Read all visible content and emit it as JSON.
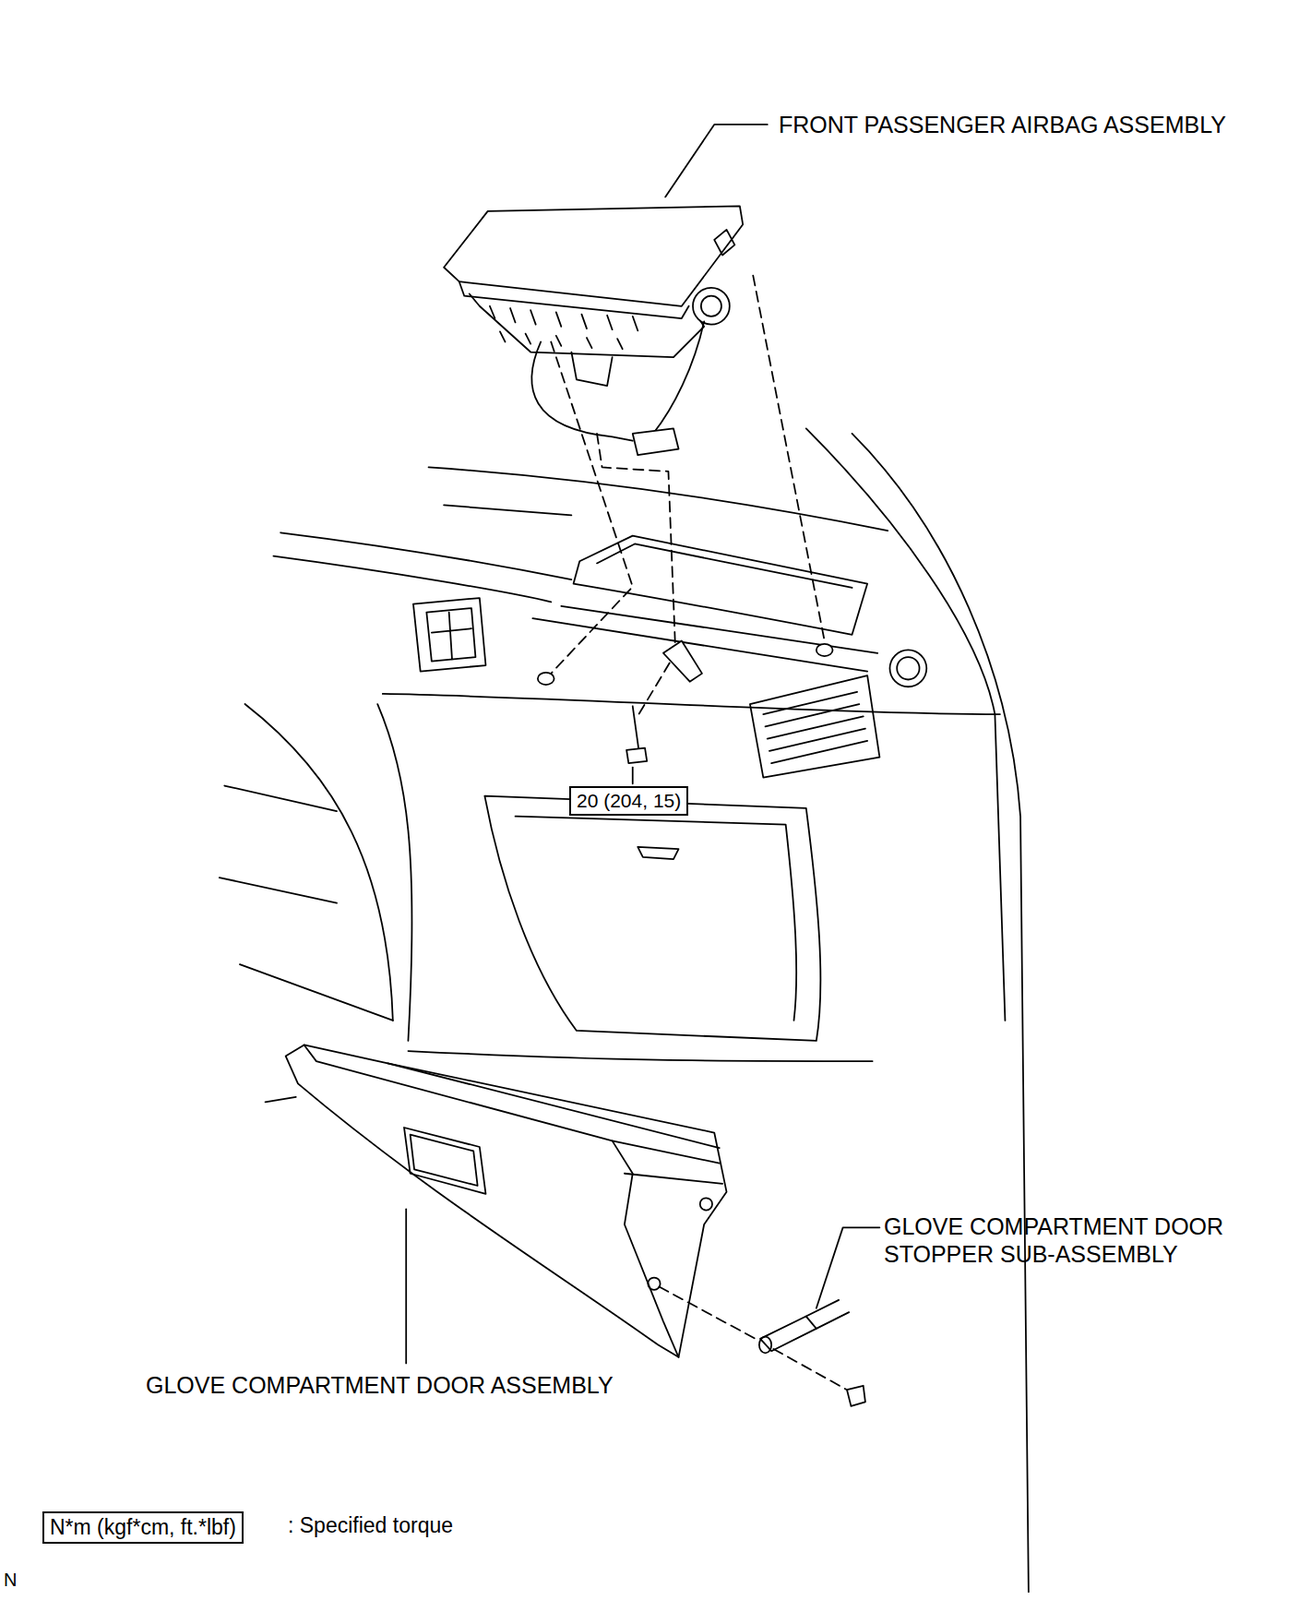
{
  "diagram": {
    "nodes": [
      {
        "text": [
          "20 (204, 15)"
        ]
      },
      {
        "text": [
          "N*m (kgf*cm, ft.*lbf)"
        ]
      }
    ],
    "labels": [
      "FRONT PASSENGER AIRBAG ASSEMBLY",
      "GLOVE COMPARTMENT DOOR STOPPER SUB-ASSEMBLY",
      "GLOVE COMPARTMENT DOOR ASSEMBLY",
      ": Specified torque",
      "N"
    ]
  }
}
